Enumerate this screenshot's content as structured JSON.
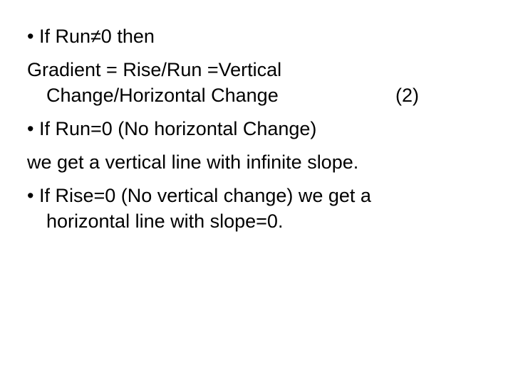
{
  "slide": {
    "lines": [
      "• If Run≠0 then",
      "Gradient = Rise/Run =Vertical",
      "Change/Horizontal Change",
      "(2)",
      "• If Run=0 (No horizontal Change)",
      "we get a vertical line with infinite slope.",
      "• If Rise=0 (No vertical change) we get a",
      "horizontal line with slope=0."
    ]
  }
}
